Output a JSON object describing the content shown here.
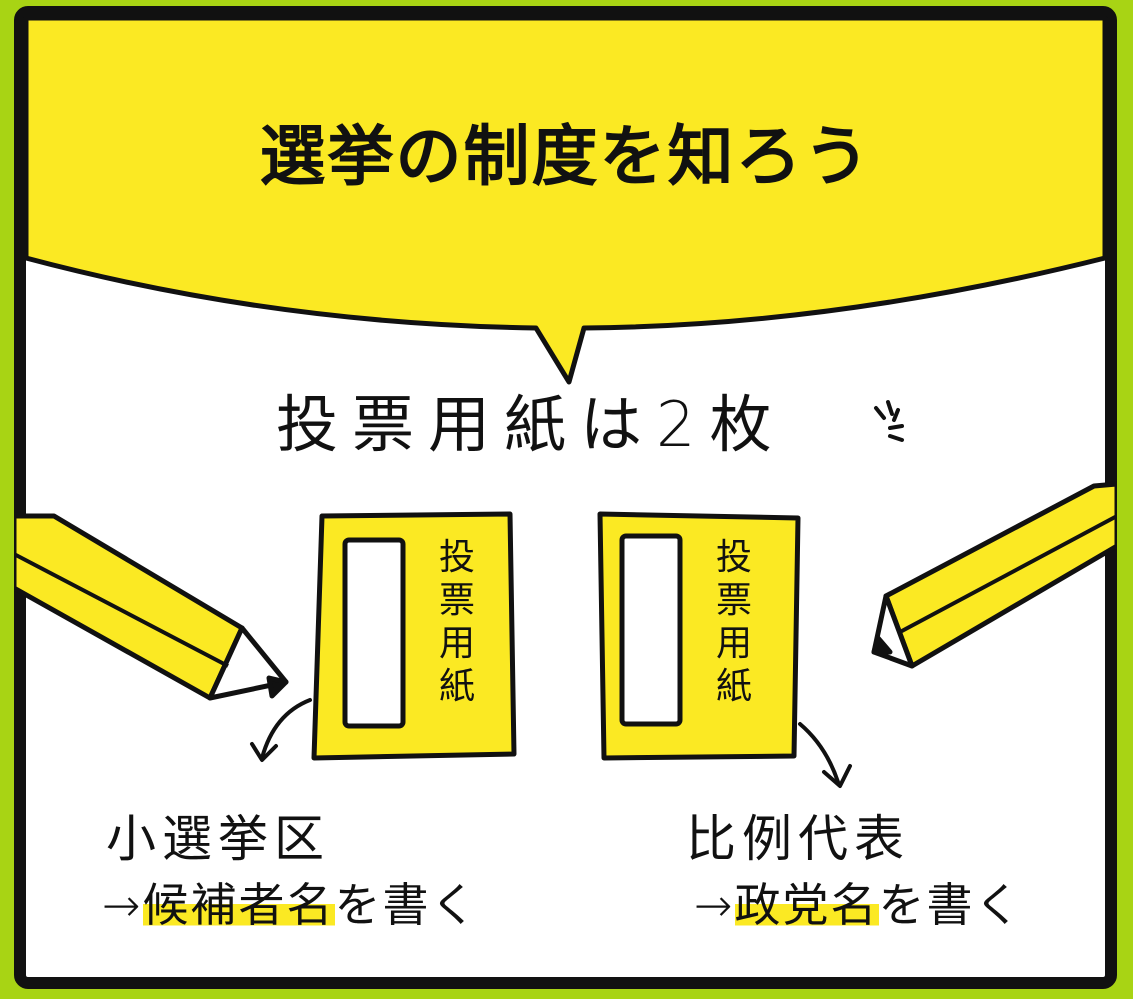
{
  "title": "選挙の制度を知ろう",
  "subtitle": "投票用紙は2枚",
  "ballot_label": "投票用紙",
  "left": {
    "method": "小選挙区",
    "arrow": "→",
    "highlight": "候補者名",
    "rest": "を書く"
  },
  "right": {
    "method": "比例代表",
    "arrow": "→",
    "highlight": "政党名",
    "rest": "を書く"
  },
  "colors": {
    "background": "#a8d414",
    "yellow": "#fbe923",
    "ink": "#111111",
    "paper": "#ffffff"
  }
}
